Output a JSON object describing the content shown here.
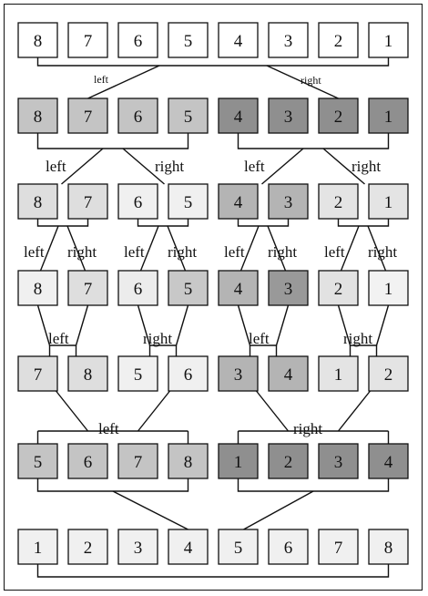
{
  "rows": [
    {
      "values": [
        "8",
        "7",
        "6",
        "5",
        "4",
        "3",
        "2",
        "1"
      ],
      "shades": [
        "#ffffff",
        "#ffffff",
        "#ffffff",
        "#ffffff",
        "#ffffff",
        "#ffffff",
        "#ffffff",
        "#ffffff"
      ]
    },
    {
      "values": [
        "8",
        "7",
        "6",
        "5",
        "4",
        "3",
        "2",
        "1"
      ],
      "shades": [
        "#c4c4c4",
        "#c4c4c4",
        "#c4c4c4",
        "#c4c4c4",
        "#8f8f8f",
        "#8f8f8f",
        "#8f8f8f",
        "#8f8f8f"
      ]
    },
    {
      "values": [
        "8",
        "7",
        "6",
        "5",
        "4",
        "3",
        "2",
        "1"
      ],
      "shades": [
        "#dedede",
        "#dedede",
        "#f0f0f0",
        "#f0f0f0",
        "#b4b4b4",
        "#b4b4b4",
        "#e4e4e4",
        "#e4e4e4"
      ]
    },
    {
      "values": [
        "8",
        "7",
        "6",
        "5",
        "4",
        "3",
        "2",
        "1"
      ],
      "shades": [
        "#f0f0f0",
        "#dedede",
        "#ececec",
        "#c8c8c8",
        "#b4b4b4",
        "#999999",
        "#e2e2e2",
        "#f2f2f2"
      ]
    },
    {
      "values": [
        "7",
        "8",
        "5",
        "6",
        "3",
        "4",
        "1",
        "2"
      ],
      "shades": [
        "#dedede",
        "#dedede",
        "#f0f0f0",
        "#f0f0f0",
        "#b4b4b4",
        "#b4b4b4",
        "#e4e4e4",
        "#e4e4e4"
      ]
    },
    {
      "values": [
        "5",
        "6",
        "7",
        "8",
        "1",
        "2",
        "3",
        "4"
      ],
      "shades": [
        "#c4c4c4",
        "#c4c4c4",
        "#c4c4c4",
        "#c4c4c4",
        "#8f8f8f",
        "#8f8f8f",
        "#8f8f8f",
        "#8f8f8f"
      ]
    },
    {
      "values": [
        "1",
        "2",
        "3",
        "4",
        "5",
        "6",
        "7",
        "8"
      ],
      "shades": [
        "#f0f0f0",
        "#f0f0f0",
        "#f0f0f0",
        "#f0f0f0",
        "#f0f0f0",
        "#f0f0f0",
        "#f0f0f0",
        "#f0f0f0"
      ]
    }
  ],
  "labels": {
    "top_left": "left",
    "top_right": "right",
    "r2_left": [
      "left",
      "left"
    ],
    "r2_right": [
      "right",
      "right"
    ],
    "r3_left": [
      "left",
      "left",
      "left",
      "left"
    ],
    "r3_right": [
      "right",
      "right",
      "right",
      "right"
    ],
    "r4_left": [
      "left",
      "left"
    ],
    "r4_right": [
      "right",
      "right"
    ],
    "r5_left": "left",
    "r5_right": "right"
  },
  "colors": {
    "stroke": "#111111",
    "background": "#ffffff"
  }
}
